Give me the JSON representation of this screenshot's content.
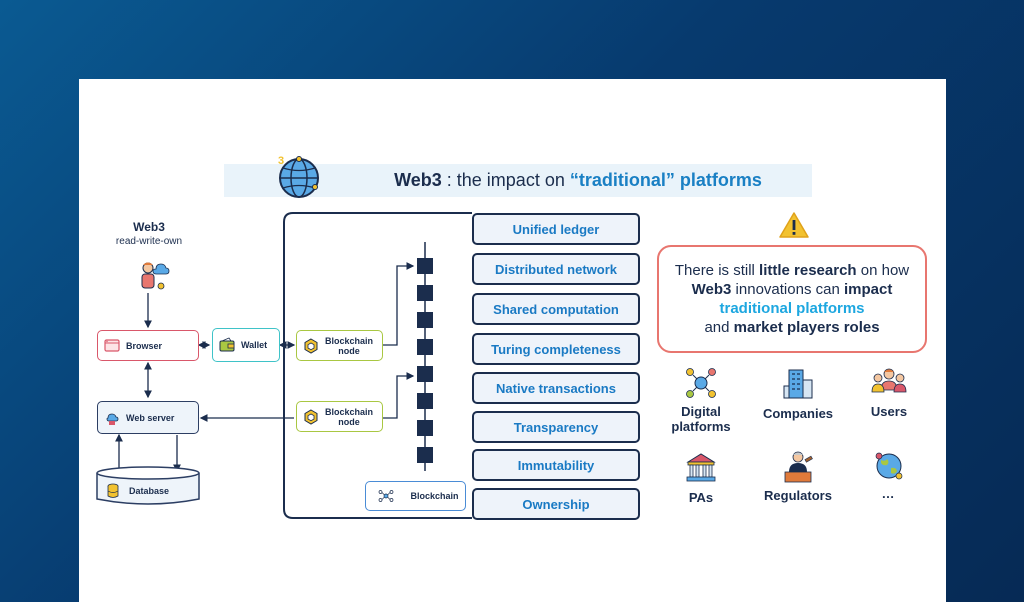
{
  "title": {
    "brand": "Web3",
    "middle": ": the impact on ",
    "highlight": "“traditional”",
    "tail": " platforms"
  },
  "left": {
    "web3": "Web3",
    "subtitle": "read-write-own"
  },
  "boxes": {
    "browser": "Browser",
    "wallet": "Wallet",
    "node1": "Blockchain node",
    "node2": "Blockchain node",
    "web_server": "Web server",
    "database": "Database",
    "blockchain": "Blockchain"
  },
  "features": [
    "Unified ledger",
    "Distributed network",
    "Shared computation",
    "Turing completeness",
    "Native transactions",
    "Transparency",
    "Immutability",
    "Ownership"
  ],
  "callout": {
    "l1a": "There is still ",
    "l1b": "little research",
    "l1c": " on how",
    "l2a": "Web3",
    "l2b": " innovations can ",
    "l2c": "impact",
    "l3": "traditional platforms",
    "l4a": "and ",
    "l4b": "market players roles"
  },
  "actors": [
    "Digital platforms",
    "Companies",
    "Users",
    "PAs",
    "Regulators",
    "…"
  ],
  "colors": {
    "accent": "#1a80c4",
    "warning": "#f2c230",
    "callout_border": "#e8766f"
  }
}
